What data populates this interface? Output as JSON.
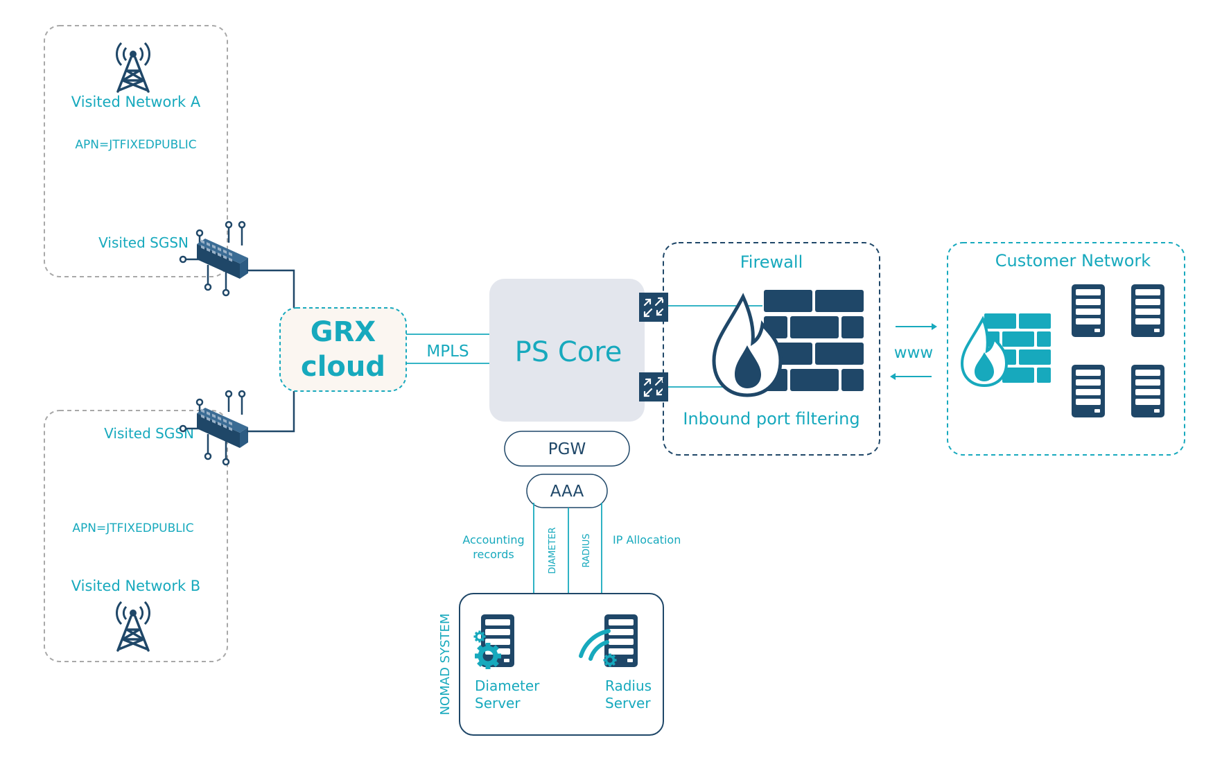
{
  "colors": {
    "teal": "#17a9bd",
    "navy": "#1f4768",
    "gray_box": "#e3e6ed",
    "cloud_fill": "#fbf6f1",
    "dashed_gray": "#a8a8a8"
  },
  "visited_a": {
    "title": "Visited Network A",
    "apn": "APN=JTFIXEDPUBLIC",
    "sgsn": "Visited SGSN",
    "icon": "cell-tower-icon"
  },
  "visited_b": {
    "title": "Visited Network B",
    "apn": "APN=JTFIXEDPUBLIC",
    "sgsn": "Visited SGSN",
    "icon": "cell-tower-icon"
  },
  "grx": {
    "line1": "GRX",
    "line2": "cloud"
  },
  "mpls": "MPLS",
  "ps_core": "PS Core",
  "pgw": "PGW",
  "aaa": "AAA",
  "links": {
    "accounting_1": "Accounting",
    "accounting_2": "records",
    "diameter": "DIAMETER",
    "radius": "RADIUS",
    "ip_allocation": "IP Allocation"
  },
  "nomad": {
    "label": "NOMAD SYSTEM",
    "diameter_1": "Diameter",
    "diameter_2": "Server",
    "radius_1": "Radius",
    "radius_2": "Server"
  },
  "firewall": {
    "title": "Firewall",
    "caption": "Inbound port filtering",
    "icon": "firewall-flame-icon"
  },
  "www": "www",
  "customer": {
    "title": "Customer Network",
    "icon": "server-icon"
  }
}
